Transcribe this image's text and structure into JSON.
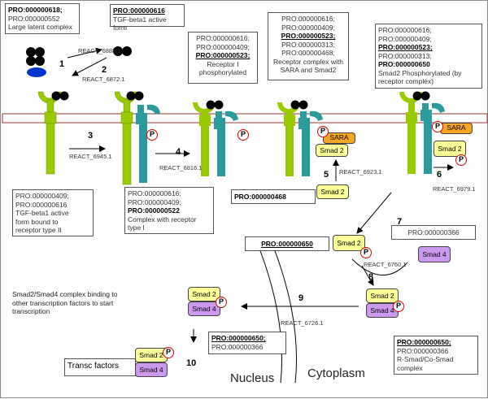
{
  "boxes": {
    "b1": {
      "l1": "PRO:000000618;",
      "l2": "PRO:000000552",
      "l3": "Large latent complex"
    },
    "b2": {
      "l1": "PRO:000000616",
      "l2": "TGF-beta1 active form"
    },
    "b3": {
      "l1": "PRO:000000616;",
      "l2": "PRO:000000409;",
      "l3": "PRO:000000523;",
      "l4": "Receptor I",
      "l5": "phosphorylated"
    },
    "b4": {
      "l1": "PRO:000000616;",
      "l2": "PRO:000000409;",
      "l3": "PRO:000000523;",
      "l4": "PRO:000000313;",
      "l5": "PRO:000000468;",
      "l6": "Receptor complex with",
      "l7": "SARA and Smad2"
    },
    "b5": {
      "l1": "PRO:000000616;",
      "l2": "PRO:000000409;",
      "l3": "PRO:000000523;",
      "l4": "PRO:000000313;",
      "l5": "PRO:000000650",
      "l6": "Smad2 Phosphorylated (by",
      "l7": "receptor complex)"
    },
    "b6": {
      "l1": "PRO:000000409;",
      "l2": "PRO:000000616",
      "l3": "TGF-beta1 active",
      "l4": "form bound to",
      "l5": "receptor type II"
    },
    "b7": {
      "l1": "PRO:000000616;",
      "l2": "PRO:000000409;",
      "l3": "PRO:000000522",
      "l4": "Complex with receptor",
      "l5": "type I"
    },
    "b8": {
      "l1": "PRO:000000468"
    },
    "b9": {
      "l1": "PRO:000000650"
    },
    "b10": {
      "l1": "PRO:000000366"
    },
    "b11": {
      "l1": "PRO:000000650;",
      "l2": "PRO:000000366"
    },
    "b12": {
      "l1": "PRO:000000650;",
      "l2": "PRO:000000366",
      "l3": "R-Smad/Co-Smad",
      "l4": "complex"
    },
    "b13": {
      "l1": "Transc factors"
    }
  },
  "notes": {
    "transcription": "Smad2/Smad4 complex binding to other transcription factors to start transcription"
  },
  "reactions": {
    "r1": "REACT_6888.1",
    "r2": "REACT_6872.1",
    "r3": "REACT_6945.1",
    "r4": "REACT_6816.1",
    "r5": "REACT_6923.1",
    "r6": "REACT_6979.1",
    "r7": "REACT_6760.1",
    "r8": "REACT_6726.1"
  },
  "steps": [
    "1",
    "2",
    "3",
    "4",
    "5",
    "6",
    "7",
    "8",
    "9",
    "10"
  ],
  "proteins": {
    "smad2": "Smad 2",
    "smad4": "Smad 4",
    "sara": "SARA",
    "p": "P"
  },
  "compartments": {
    "nucleus": "Nucleus",
    "cytoplasm": "Cytoplasm"
  },
  "colors": {
    "ligand": "#000000",
    "receptor_ii": "#99cc00",
    "receptor_i": "#2a9a9a",
    "membrane": "#993333",
    "phospho": "#dd0000",
    "smad2": "#ffff99",
    "smad4": "#cc99ee",
    "sara": "#f5a623",
    "latent_blob": "#0033cc"
  }
}
